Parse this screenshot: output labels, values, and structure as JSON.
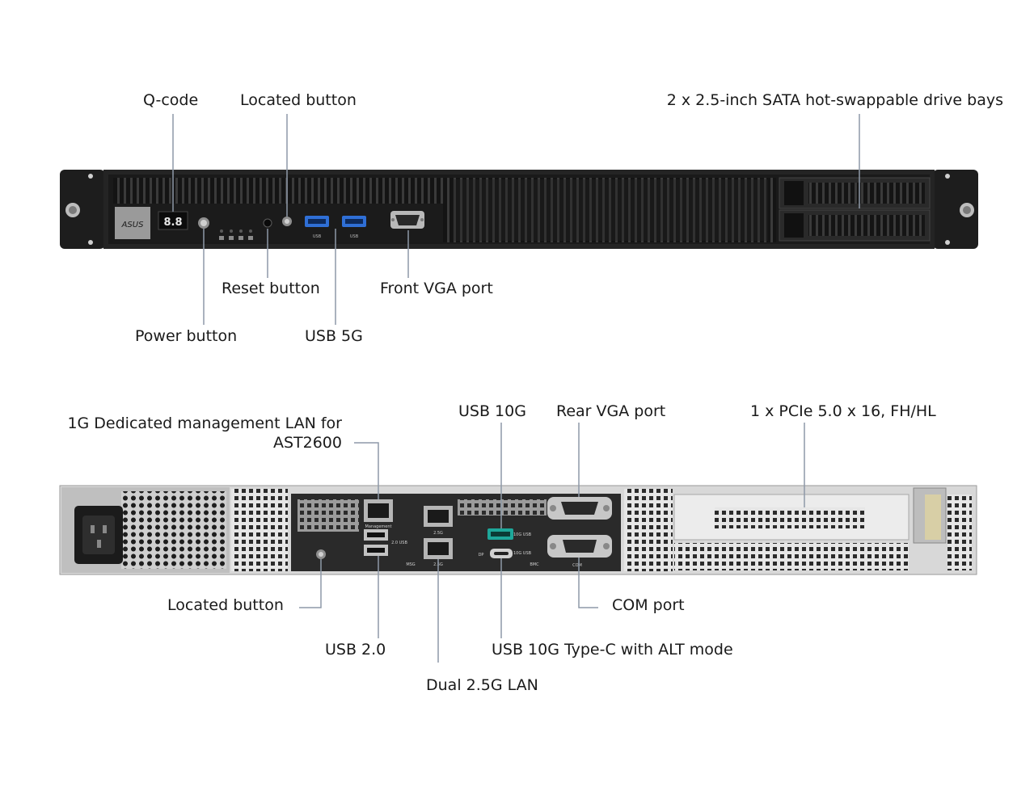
{
  "front": {
    "brand": "ASUS",
    "qcode_display": "8.8",
    "usb_small": "USB",
    "callouts": {
      "qcode": "Q-code",
      "located": "Located button",
      "drive_bays": "2 x 2.5-inch SATA hot-swappable drive bays",
      "reset": "Reset button",
      "front_vga": "Front VGA port",
      "power": "Power button",
      "usb5g": "USB 5G"
    }
  },
  "rear": {
    "port_labels": {
      "management": "Management",
      "usb20": "2.0 USB",
      "lan25_top": "2.5G",
      "lan25_bottom": "2.5G",
      "msg": "MSG",
      "usb10g": "10G USB",
      "usbc10g": "10G USB",
      "dp": "DP",
      "bmc": "BMC",
      "com": "COM"
    },
    "callouts": {
      "mgmt_lan_line1": "1G Dedicated management LAN for",
      "mgmt_lan_line2": "AST2600",
      "usb10g": "USB 10G",
      "rear_vga": "Rear VGA port",
      "pcie": "1 x PCIe 5.0 x 16, FH/HL",
      "located": "Located button",
      "com": "COM port",
      "usb20": "USB 2.0",
      "usbc": "USB 10G Type-C with ALT mode",
      "dual_lan": "Dual 2.5G LAN"
    }
  }
}
